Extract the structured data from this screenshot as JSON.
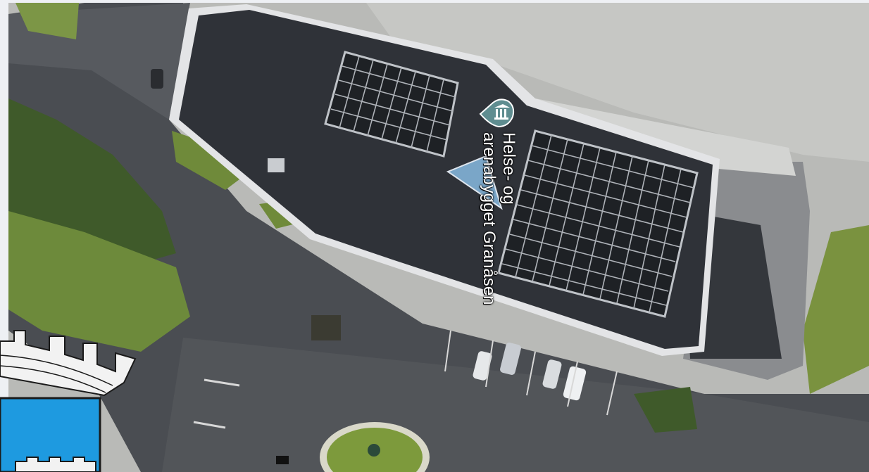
{
  "map": {
    "view": "satellite",
    "place": {
      "name_line1": "Helse- og",
      "name_line2": "arenabygget Granåsen",
      "marker_icon": "museum-icon"
    },
    "emblem": {
      "name": "coat-of-arms",
      "colors": {
        "field": "#1e9ae0",
        "crown": "#f2f2f2"
      }
    }
  },
  "colors": {
    "roof": "#2f3238",
    "asphalt": "#4a4e55",
    "pavement": "#b7b8b6",
    "grass": "#6f8a3a",
    "marker": "#5f8d90"
  }
}
